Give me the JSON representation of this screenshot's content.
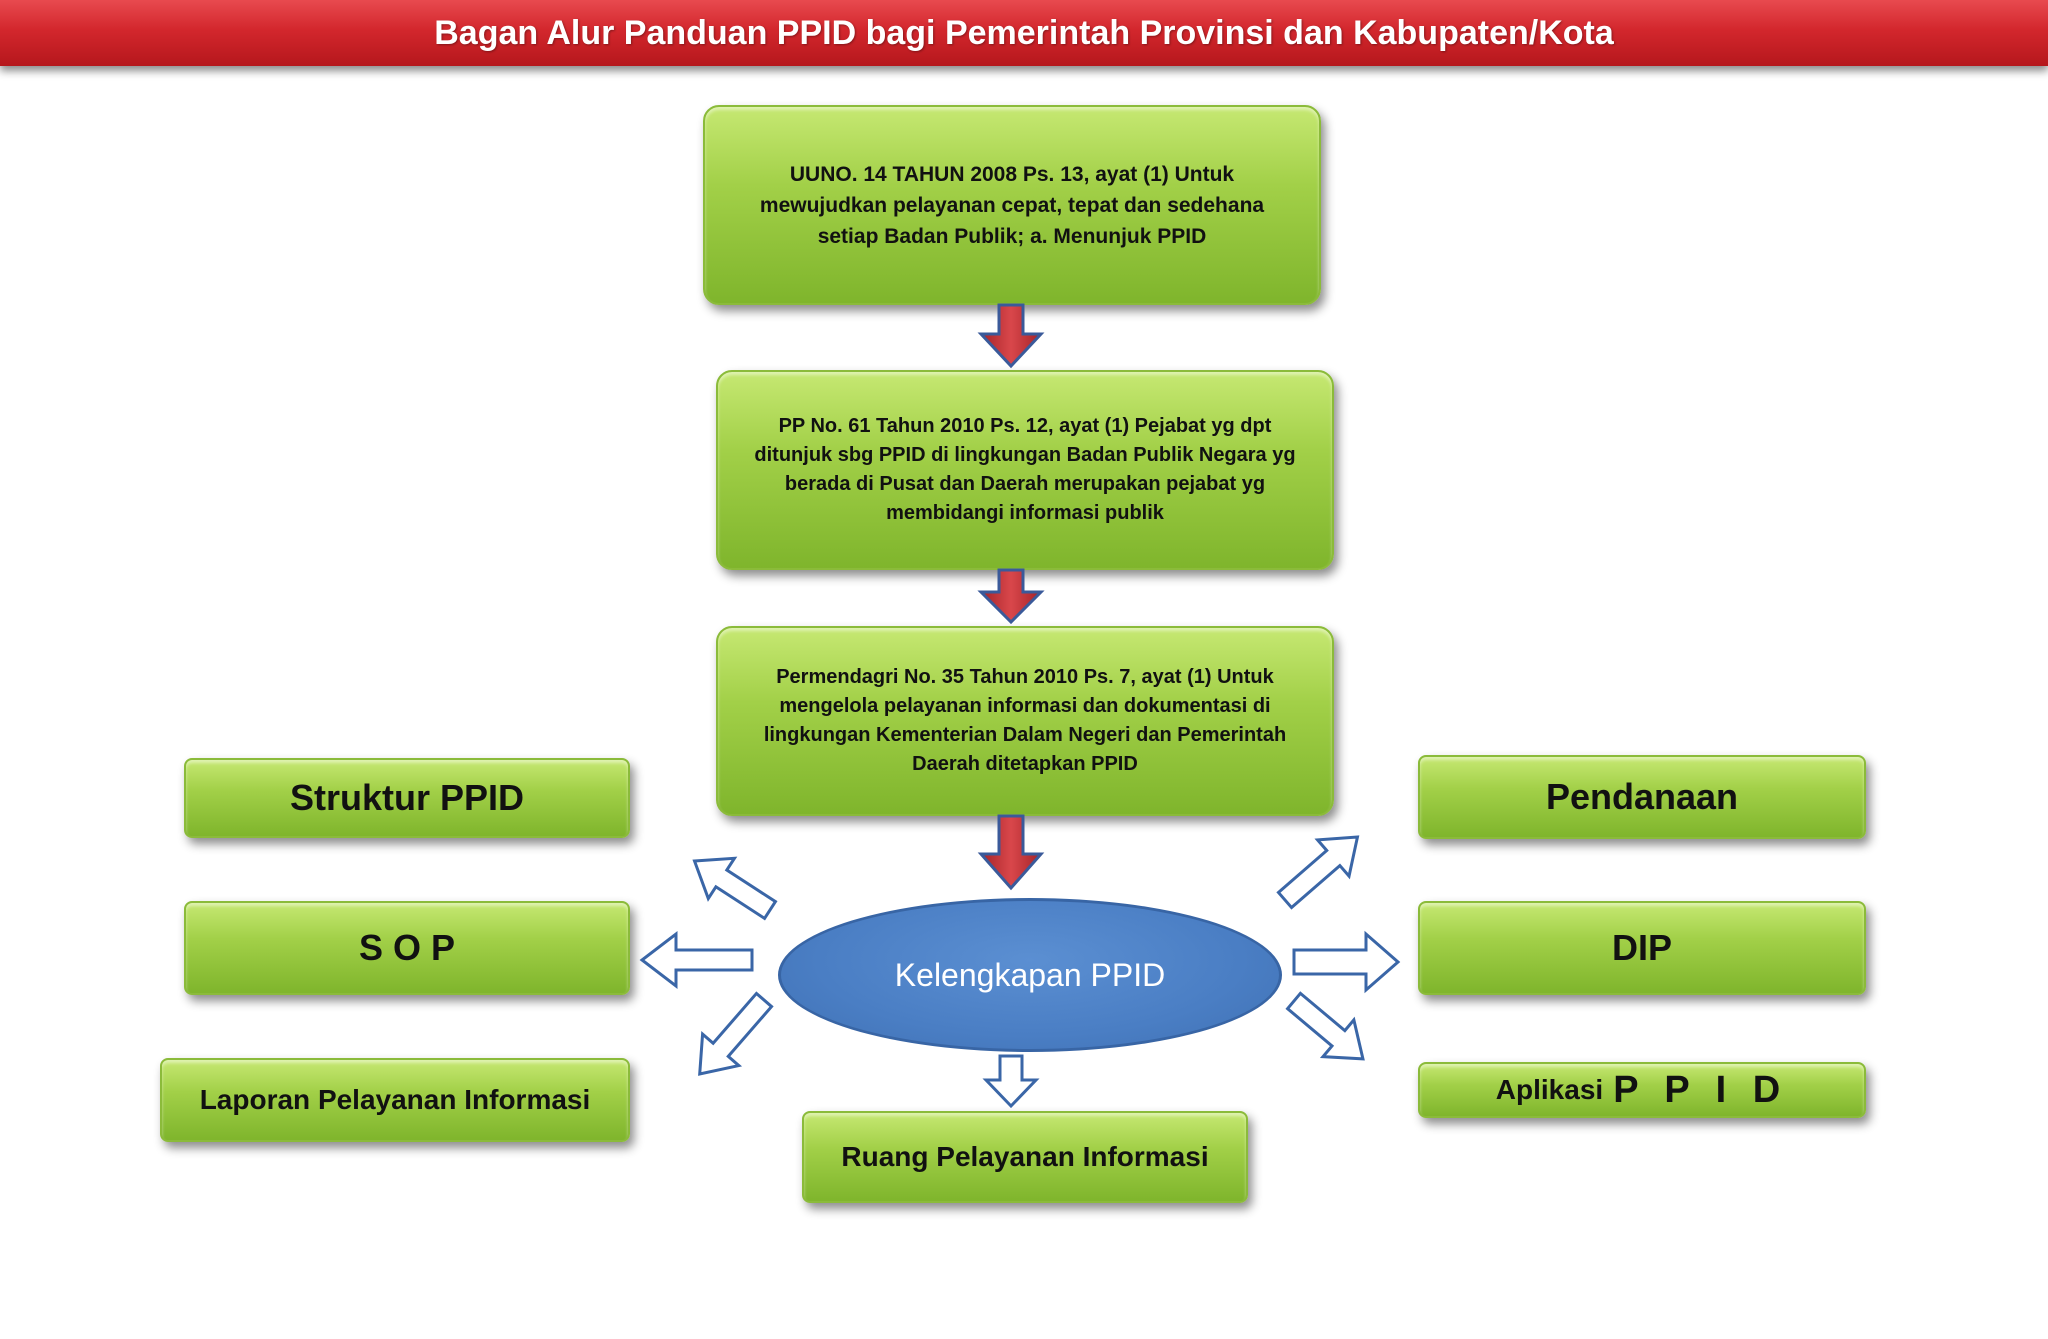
{
  "title": "Bagan Alur Panduan PPID bagi Pemerintah Provinsi dan Kabupaten/Kota",
  "flow": [
    {
      "text": "UUNO. 14 TAHUN 2008 Ps. 13, ayat (1) Untuk\nmewujudkan pelayanan cepat, tepat dan sedehana\nsetiap Badan Publik; a. Menunjuk PPID"
    },
    {
      "text": "PP No. 61 Tahun 2010 Ps. 12, ayat (1) Pejabat yg dpt\nditunjuk sbg PPID di lingkungan Badan Publik Negara yg\nberada di Pusat dan Daerah merupakan pejabat yg\nmembidangi informasi publik"
    },
    {
      "text": "Permendagri No. 35 Tahun 2010 Ps. 7, ayat (1) Untuk\nmengelola pelayanan informasi dan dokumentasi di\nlingkungan Kementerian Dalam Negeri dan Pemerintah\nDaerah ditetapkan PPID"
    }
  ],
  "hub": "Kelengkapan PPID",
  "left_items": [
    "Struktur PPID",
    "S O P",
    "Laporan Pelayanan Informasi"
  ],
  "bottom_item": "Ruang Pelayanan Informasi",
  "right_items": [
    "Pendanaan",
    "DIP"
  ],
  "aplikasi": {
    "prefix": "Aplikasi",
    "suffix": "P P I D"
  },
  "colors": {
    "title_bar": "#d3272d",
    "box_green": "#a2d048",
    "hub_blue": "#4a7ec4",
    "down_arrow": "#c9393c",
    "outline_arrow": "#3a66a7"
  }
}
